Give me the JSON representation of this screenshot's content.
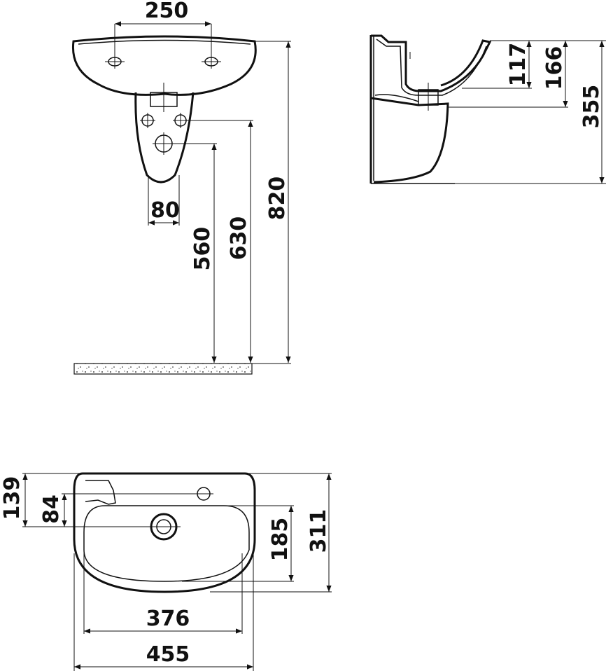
{
  "dimensions": {
    "front_tap_spacing": "250",
    "front_waste_width": "80",
    "front_waste_height": "560",
    "front_supply_height": "630",
    "front_total_height": "820",
    "side_117": "117",
    "side_166": "166",
    "side_355": "355",
    "top_139": "139",
    "top_84": "84",
    "top_185": "185",
    "top_311": "311",
    "top_inner_width": "376",
    "top_outer_width": "455"
  }
}
